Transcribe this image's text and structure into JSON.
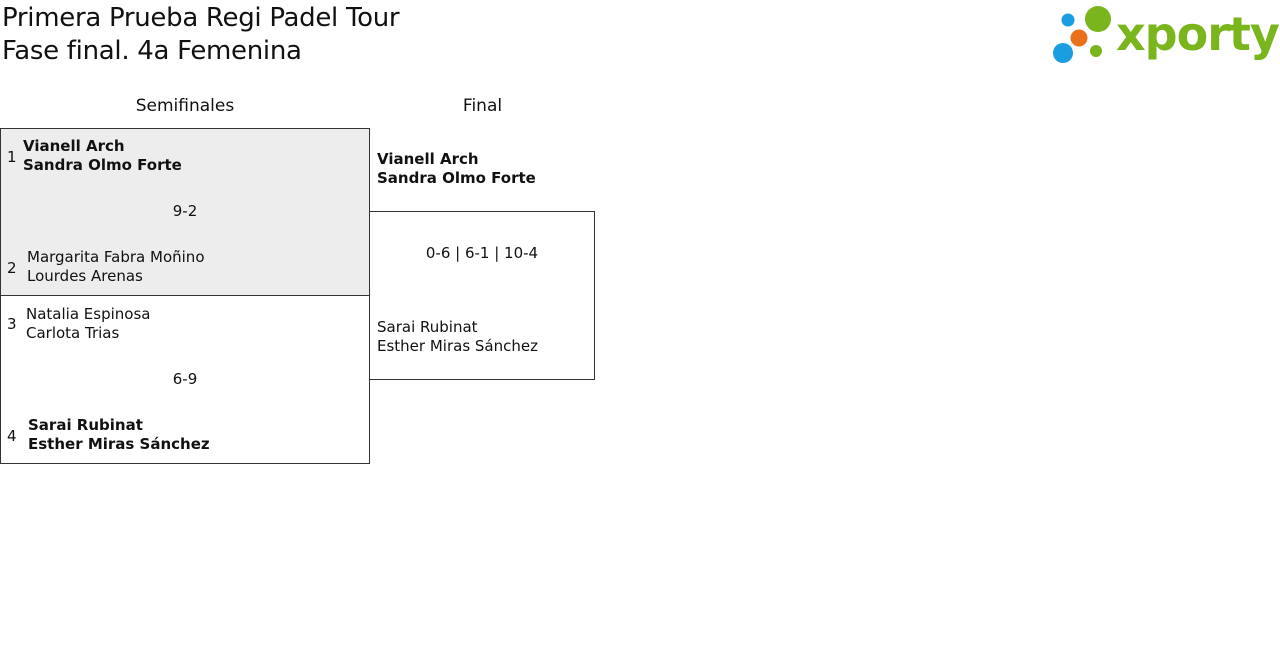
{
  "header": {
    "title_line1": "Primera Prueba Regi Padel Tour",
    "title_line2": "Fase final. 4a Femenina"
  },
  "logo": {
    "text": "xporty",
    "colors": {
      "green": "#7ab51d",
      "orange": "#e8711a",
      "blue": "#1a9ee0"
    }
  },
  "rounds": {
    "semifinals_label": "Semifinales",
    "final_label": "Final"
  },
  "semifinals": [
    {
      "score": "9-2",
      "team_a": {
        "seed": "1",
        "player1": "Vianell Arch",
        "player2": "Sandra Olmo Forte",
        "winner": true
      },
      "team_b": {
        "seed": "2",
        "player1": "Margarita Fabra Moñino",
        "player2": "Lourdes Arenas",
        "winner": false
      }
    },
    {
      "score": "6-9",
      "team_a": {
        "seed": "3",
        "player1": "Natalia Espinosa",
        "player2": "Carlota Trias",
        "winner": false
      },
      "team_b": {
        "seed": "4",
        "player1": "Sarai Rubinat",
        "player2": "Esther Miras Sánchez",
        "winner": true
      }
    }
  ],
  "final": {
    "score": "0-6 | 6-1 | 10-4",
    "team_a": {
      "player1": "Vianell Arch",
      "player2": "Sandra Olmo Forte",
      "winner": true
    },
    "team_b": {
      "player1": "Sarai Rubinat",
      "player2": "Esther Miras Sánchez",
      "winner": false
    }
  }
}
